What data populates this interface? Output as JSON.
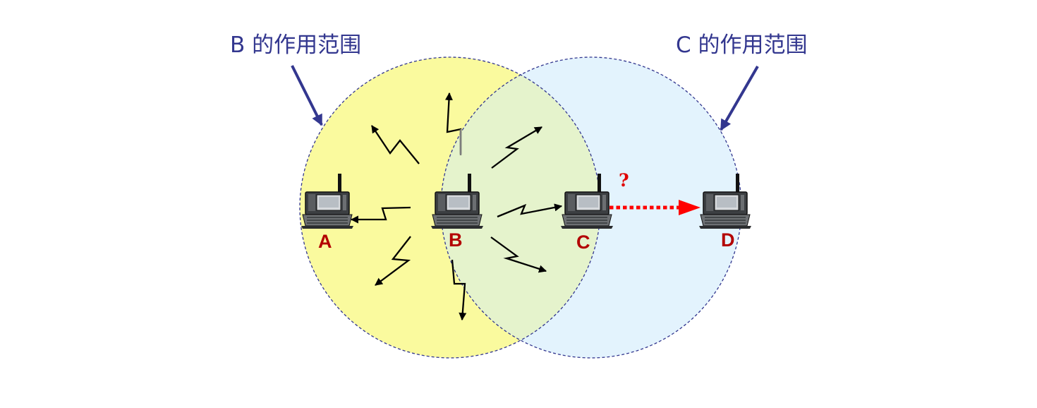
{
  "labels": {
    "b_range": "B 的作用范围",
    "c_range": "C 的作用范围",
    "question": "?"
  },
  "nodes": [
    {
      "id": "a",
      "label": "A"
    },
    {
      "id": "b",
      "label": "B"
    },
    {
      "id": "c",
      "label": "C"
    },
    {
      "id": "d",
      "label": "D"
    }
  ],
  "colors": {
    "b_range_fill": "#fafa9e",
    "c_range_fill": "#e3f3fd",
    "overlap_fill": "#e5f3cc",
    "range_border": "#33378f",
    "label_color": "#33378f",
    "node_label_color": "#b30000",
    "hidden_arrow_color": "#ff0000"
  }
}
